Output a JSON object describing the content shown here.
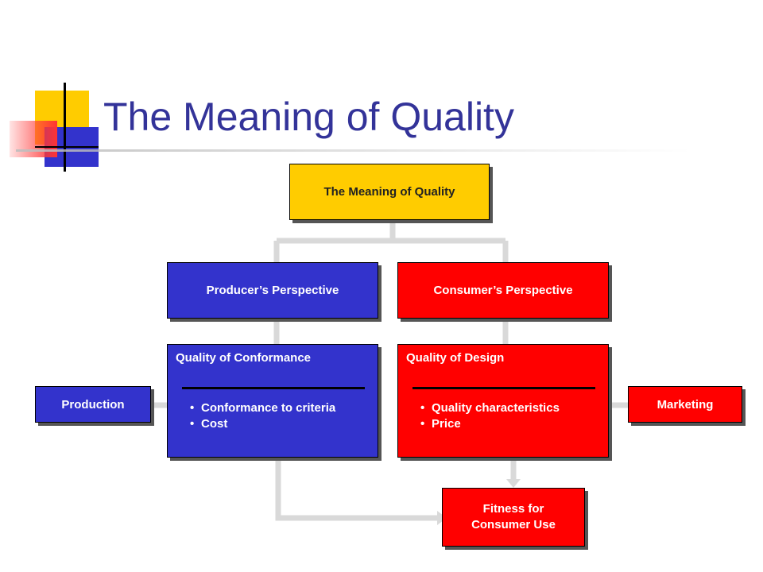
{
  "title": "The Meaning of Quality",
  "nodes": {
    "root": "The Meaning of Quality",
    "producer": "Producer’s Perspective",
    "consumer": "Consumer’s Perspective",
    "conformance": {
      "title": "Quality of  Conformance",
      "items": [
        "Conformance to criteria",
        "Cost"
      ]
    },
    "design": {
      "title": "Quality of Design",
      "items": [
        "Quality characteristics",
        "Price"
      ]
    },
    "production": "Production",
    "marketing": "Marketing",
    "fitness": "Fitness for Consumer Use"
  },
  "colors": {
    "title": "#333399",
    "yellow": "#ffcc00",
    "blue": "#3333cc",
    "red": "#ff0000",
    "connector": "#d9d9d9"
  }
}
